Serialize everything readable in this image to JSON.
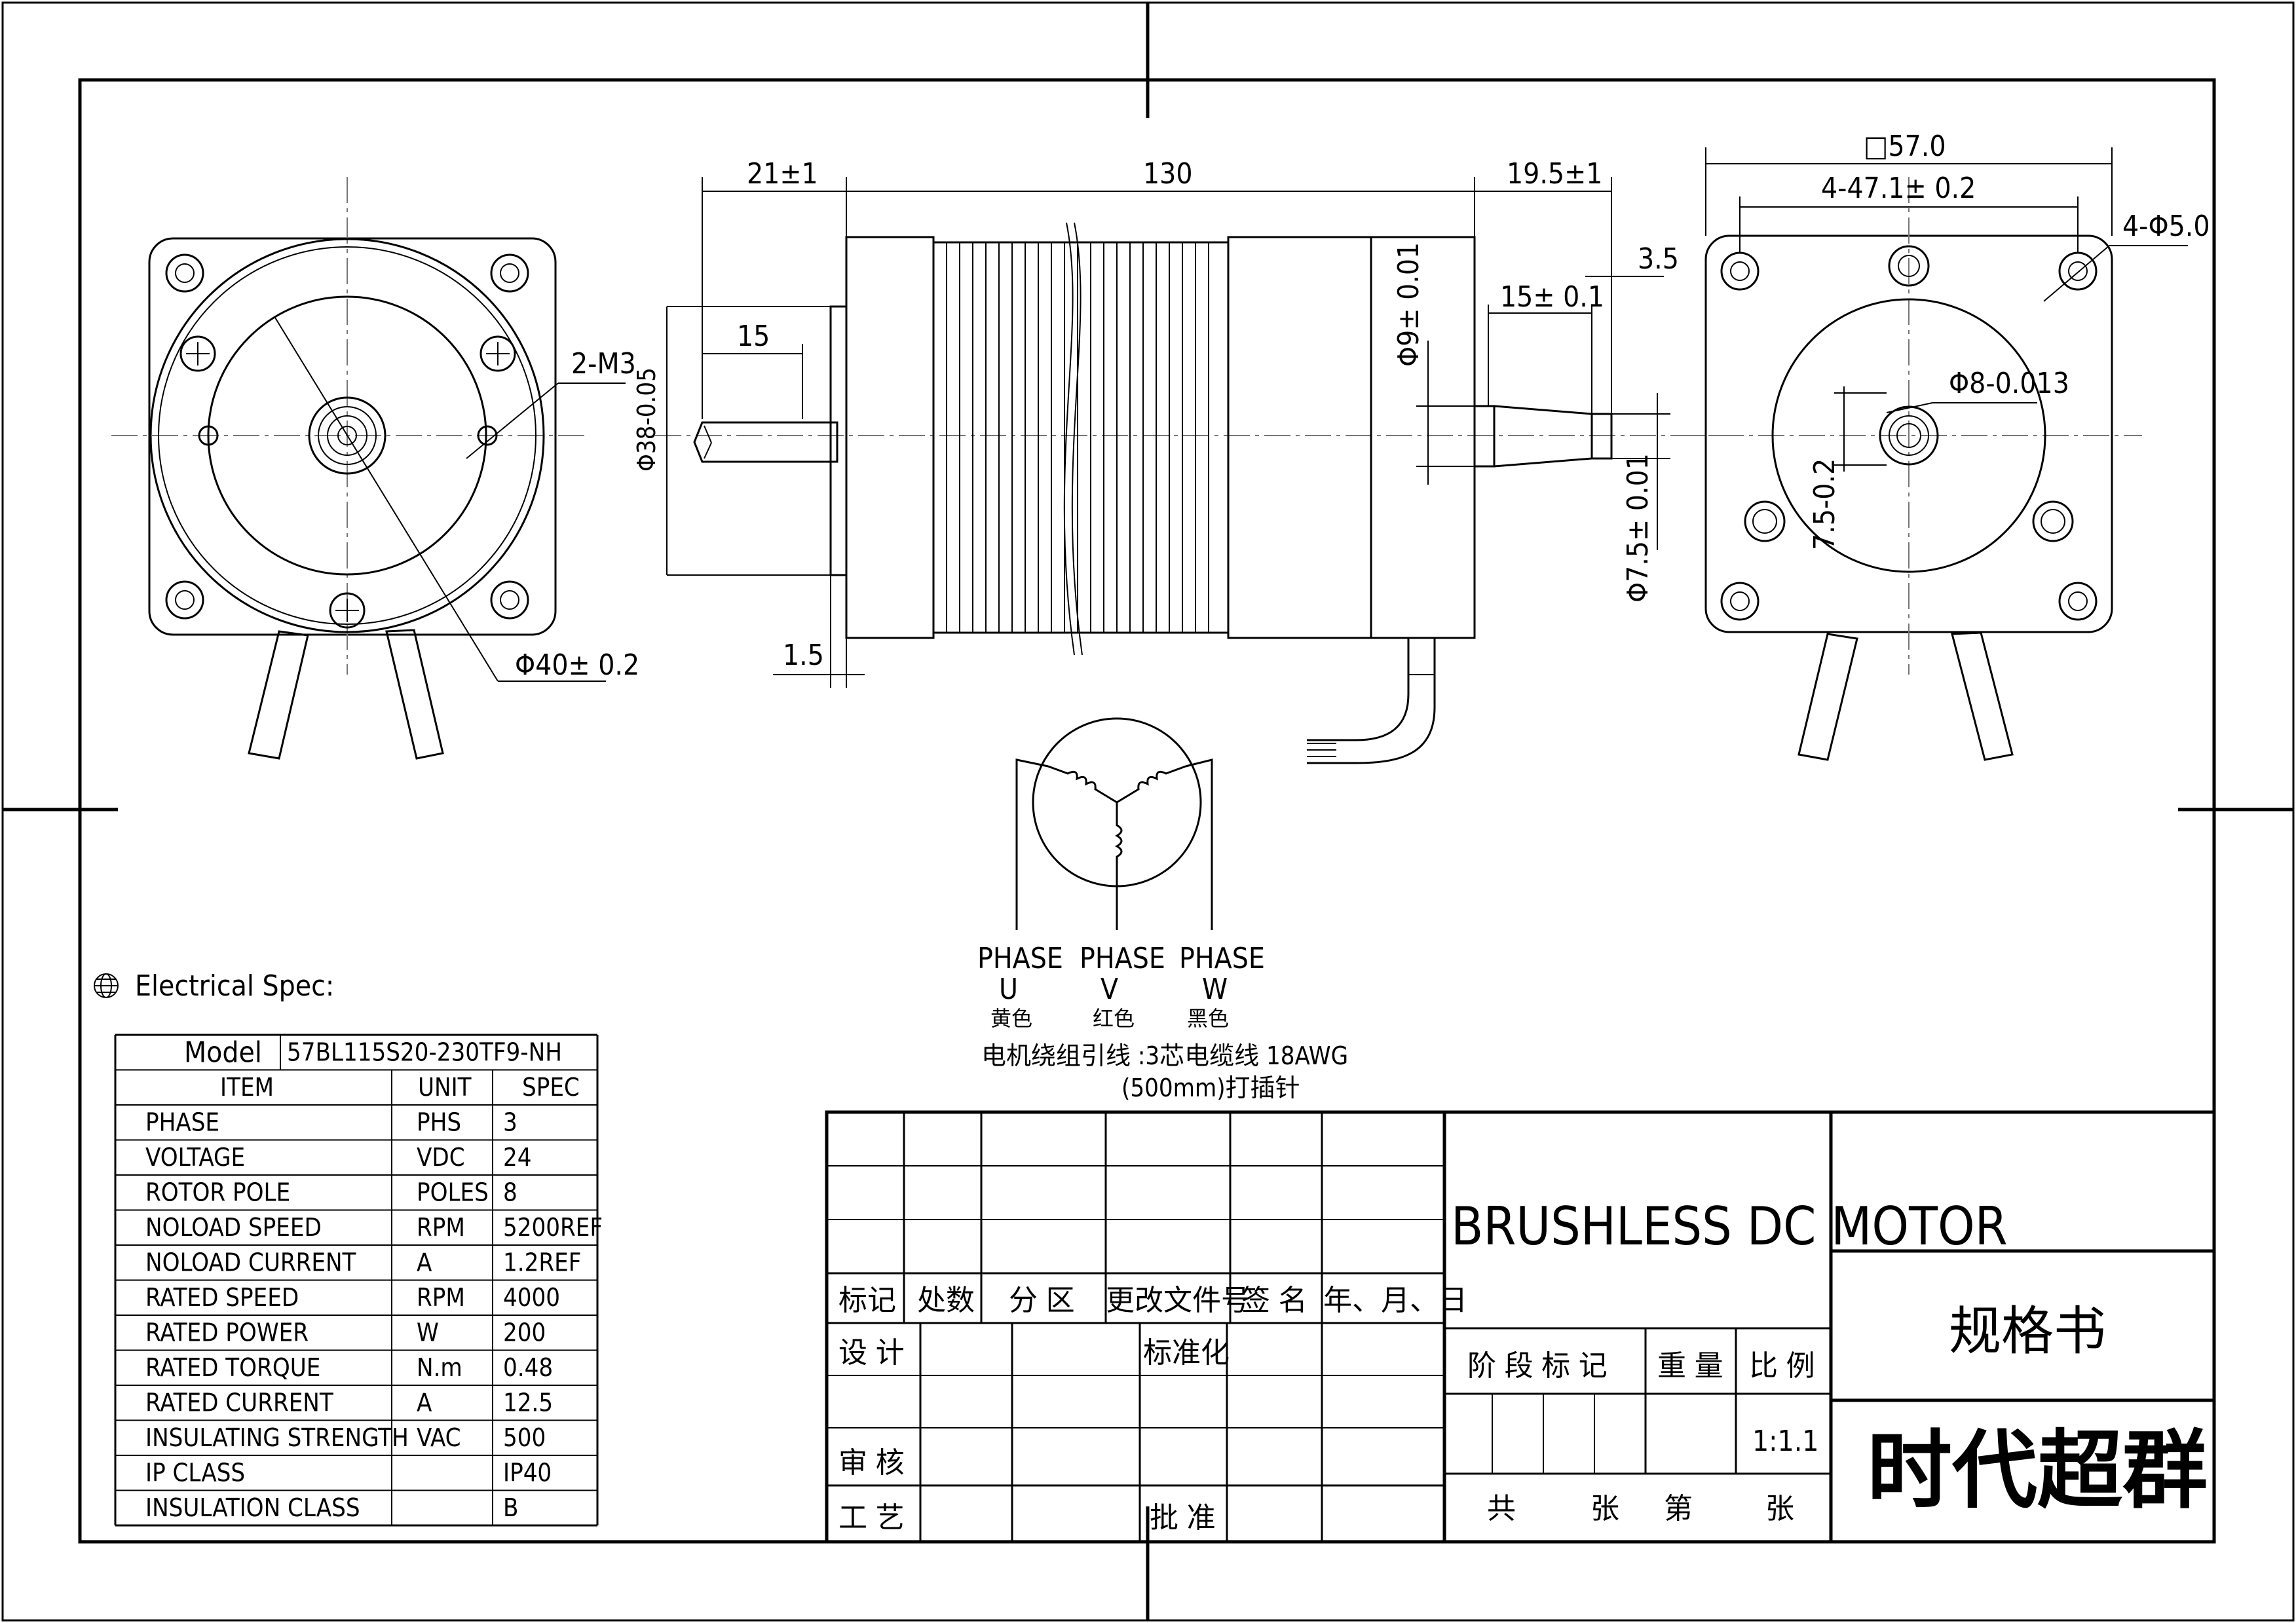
{
  "dimensions": {
    "shaft_ext": "21±1",
    "body_len": "130",
    "rear_ext": "19.5±1",
    "shaft_flat": "15",
    "rear_shaft": "15± 0.1",
    "rear_tip": "3.5",
    "pilot_dia": "Φ38-0.05",
    "rear_dia1": "Φ9± 0.01",
    "rear_dia2": "Φ7.5± 0.01",
    "flange_step": "1.5",
    "bolt_circle": "Φ40± 0.2",
    "front_holes": "2-M3",
    "square": "□57.0",
    "hole_spacing": "4-47.1± 0.2",
    "mount_holes": "4-Φ5.0",
    "shaft_dia": "Φ8-0.013",
    "flat_depth": "7.5-0.2"
  },
  "wiring": {
    "phase_word": "PHASE",
    "u": "U",
    "v": "V",
    "w": "W",
    "u_color": "黄色",
    "v_color": "红色",
    "w_color": "黑色",
    "lead_note": "电机绕组引线 :3芯电缆线 18AWG",
    "lead_note2": "(500mm)打插针"
  },
  "spec": {
    "heading": "Electrical Spec:",
    "model_label": "Model",
    "model_value": "57BL115S20-230TF9-NH",
    "headers": [
      "ITEM",
      "UNIT",
      "SPEC"
    ],
    "rows": [
      [
        "PHASE",
        "PHS",
        "3"
      ],
      [
        "VOLTAGE",
        "VDC",
        "24"
      ],
      [
        "ROTOR POLE",
        "POLES",
        "8"
      ],
      [
        "NOLOAD SPEED",
        "RPM",
        "5200REF"
      ],
      [
        "NOLOAD CURRENT",
        "A",
        "1.2REF"
      ],
      [
        "RATED SPEED",
        "RPM",
        "4000"
      ],
      [
        "RATED POWER",
        "W",
        "200"
      ],
      [
        "RATED TORQUE",
        "N.m",
        "0.48"
      ],
      [
        "RATED CURRENT",
        "A",
        "12.5"
      ],
      [
        "INSULATING STRENGTH",
        "VAC",
        "500"
      ],
      [
        "IP CLASS",
        "",
        "IP40"
      ],
      [
        "INSULATION CLASS",
        "",
        "B"
      ]
    ]
  },
  "title_block": {
    "rev_headers": [
      "标记",
      "处数",
      "分 区",
      "更改文件号",
      "签 名",
      "年、月、日"
    ],
    "design": "设 计",
    "standardize": "标准化",
    "review": "审 核",
    "process": "工 艺",
    "approve": "批 准",
    "stage_mark": "阶 段 标 记",
    "weight": "重 量",
    "scale_label": "比 例",
    "scale_value": "1:1.1",
    "total": "共",
    "sheets": "张",
    "sheet_no": "第",
    "sheet_end": "张",
    "product_name": "BRUSHLESS DC MOTOR",
    "doc_type": "规格书",
    "company": "时代超群"
  }
}
